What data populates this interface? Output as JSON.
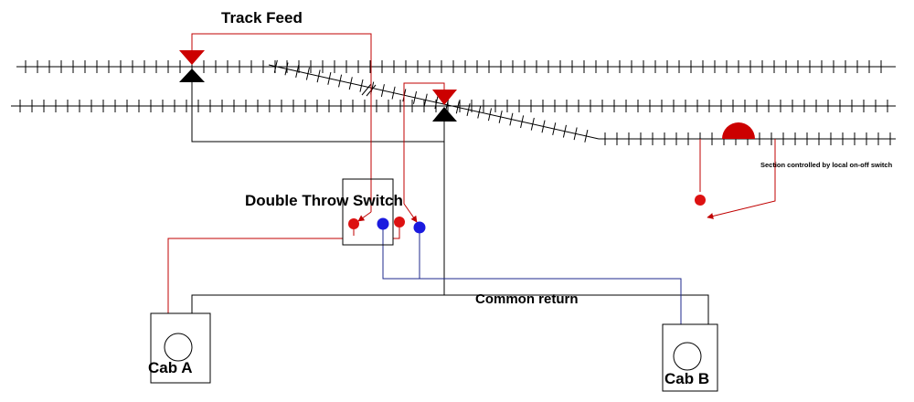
{
  "labels": {
    "track_feed": "Track Feed",
    "double_throw_switch": "Double Throw Switch",
    "common_return": "Common return",
    "cab_a": "Cab A",
    "cab_b": "Cab B",
    "section_note": "Section controlled by local on-off switch"
  },
  "colors": {
    "feed_wire": "#c00000",
    "return_wire": "#1f2a8c",
    "common_wire": "#000000",
    "terminal_red": "#dd1111",
    "terminal_blue": "#1a1adf",
    "track": "#000000"
  }
}
